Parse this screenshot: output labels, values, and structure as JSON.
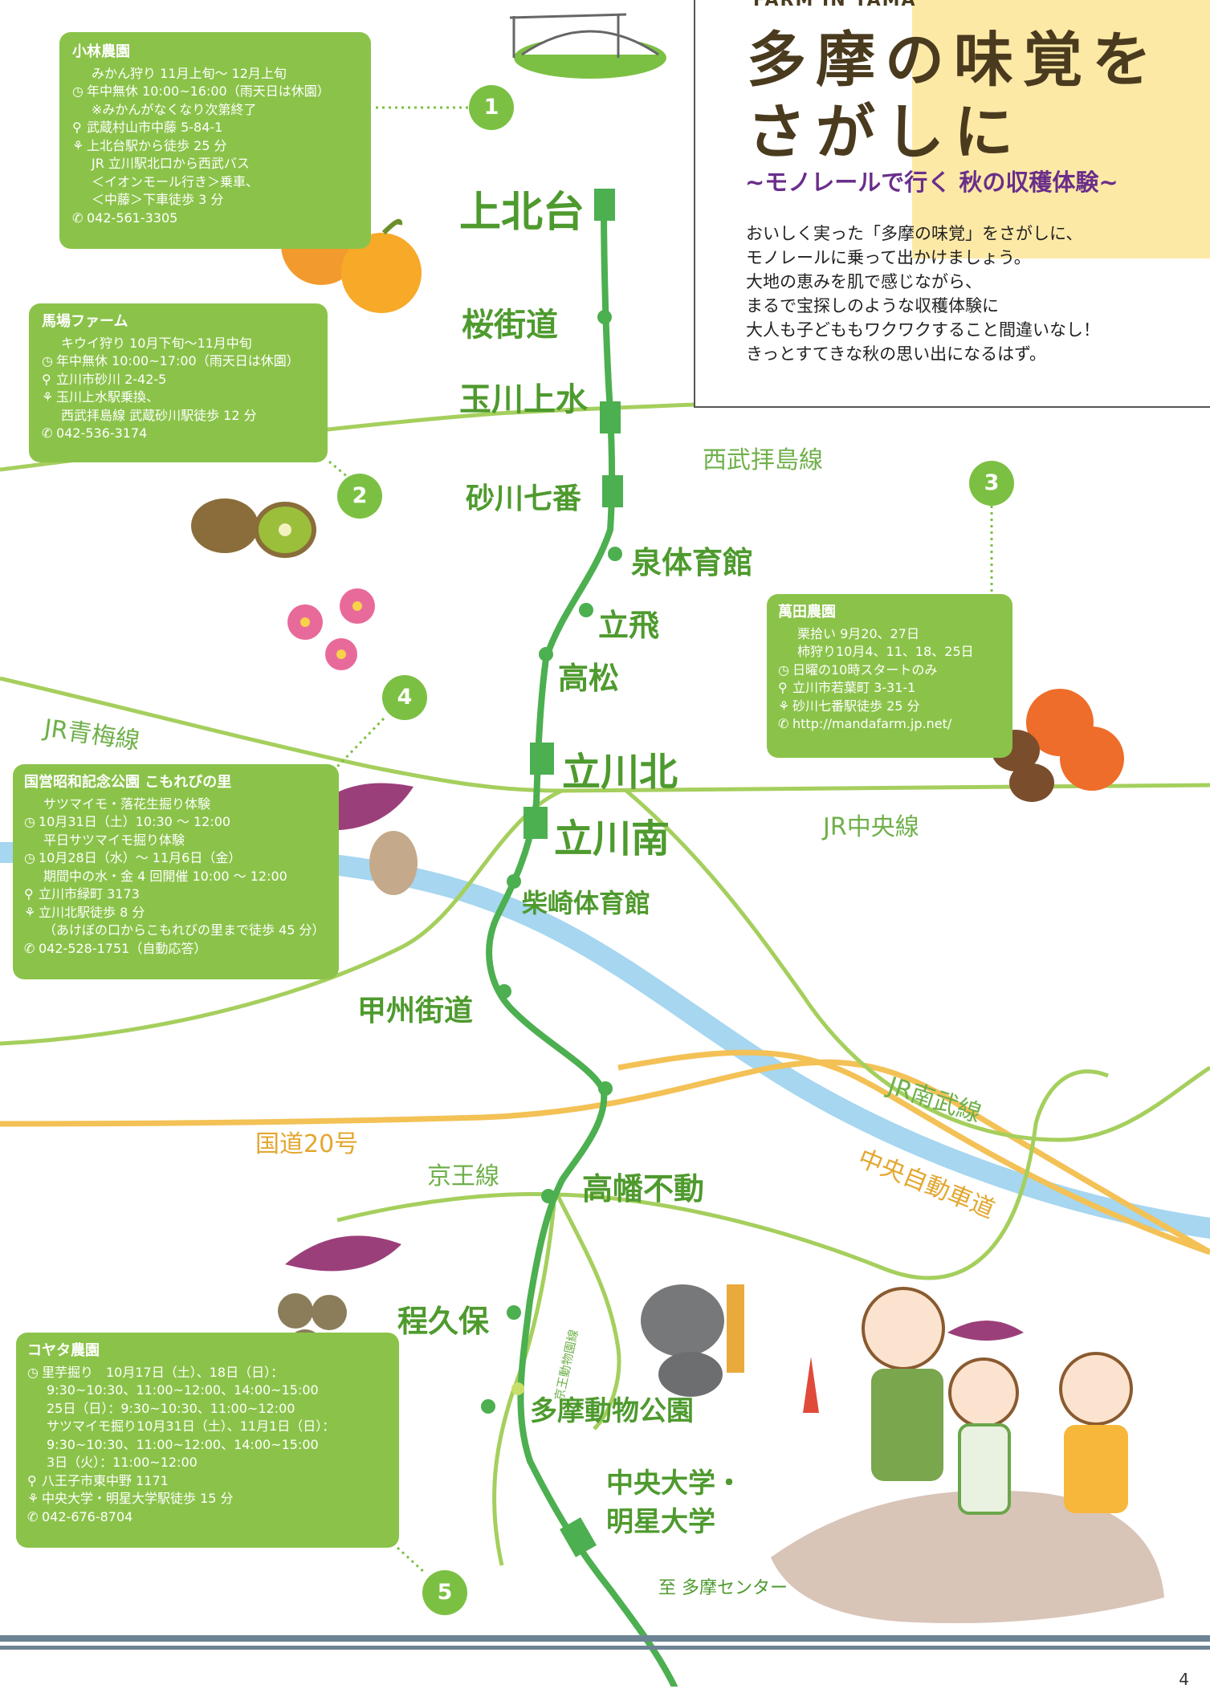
{
  "header": {
    "kicker": "FARM IN TAMA",
    "title_line1": "多摩の味覚を",
    "title_line2": "さがしに",
    "subtitle": "~モノレールで行く 秋の収穫体験~",
    "intro": [
      "おいしく実った「多摩の味覚」をさがしに、",
      "モノレールに乗って出かけましょう。",
      "大地の恵みを肌で感じながら、",
      "まるで宝探しのような収穫体験に",
      "大人も子どももワクワクすること間違いなし！",
      "きっとすてきな秋の思い出になるはず。"
    ]
  },
  "stations": {
    "kamikitadai": "上北台",
    "sakurakaido": "桜街道",
    "tamagawajosui": "玉川上水",
    "sunagawananaban": "砂川七番",
    "izumitaiikukan": "泉体育館",
    "tachihi": "立飛",
    "takamatsu": "高松",
    "tachikawakita": "立川北",
    "tachikawaminami": "立川南",
    "shibasakitaiikukan": "柴崎体育館",
    "koshukaido": "甲州街道",
    "takahatafudo": "高幡不動",
    "hodokubo": "程久保",
    "tamadobutsukoen": "多摩動物公園",
    "chuodaigaku": "中央大学・",
    "meiseidaigaku": "明星大学",
    "to_center": "至 多摩センター"
  },
  "lines": {
    "seibu_haijima": "西武拝島線",
    "jr_ome": "JR青梅線",
    "jr_chuo": "JR中央線",
    "jr_nambu": "JR南武線",
    "chuo_expressway": "中央自動車道",
    "route20": "国道20号",
    "keio": "京王線",
    "keio_dobutsuen": "京王動物園線"
  },
  "farms": {
    "kobayashi": {
      "number": "1",
      "name": "小林農園",
      "activity": "みかん狩り 11月上旬～ 12月上旬",
      "hours": "年中無休 10:00~16:00（雨天日は休園）",
      "note": "※みかんがなくなり次第終了",
      "address": "武蔵村山市中藤 5-84-1",
      "access1": "上北台駅から徒歩 25 分",
      "access2": "JR 立川駅北口から西武バス",
      "access3": "＜イオンモール行き＞乗車、",
      "access4": "＜中藤＞下車徒歩 3 分",
      "phone": "042-561-3305"
    },
    "baba": {
      "number": "2",
      "name": "馬場ファーム",
      "activity": "キウイ狩り 10月下旬～11月中旬",
      "hours": "年中無休 10:00~17:00（雨天日は休園）",
      "address": "立川市砂川 2-42-5",
      "access1": "玉川上水駅乗換、",
      "access2": "西武拝島線 武蔵砂川駅徒歩 12 分",
      "phone": "042-536-3174"
    },
    "manda": {
      "number": "3",
      "name": "萬田農園",
      "activity1": "栗拾い 9月20、27日",
      "activity2": "柿狩り10月4、11、18、25日",
      "hours": "日曜の10時スタートのみ",
      "address": "立川市若葉町 3-31-1",
      "access": "砂川七番駅徒歩 25 分",
      "url": "http://mandafarm.jp.net/"
    },
    "komorebi": {
      "number": "4",
      "name": "国営昭和記念公園 こもれびの里",
      "activity": "サツマイモ・落花生掘り体験",
      "date1": "10月31日（土）10:30 ～ 12:00",
      "activity2": "平日サツマイモ掘り体験",
      "date2": "10月28日（水）～ 11月6日（金）",
      "date3": "期間中の水・金 4 回開催 10:00 ～ 12:00",
      "address": "立川市緑町 3173",
      "access1": "立川北駅徒歩 8 分",
      "access2": "（あけぼの口からこもれびの里まで徒歩 45 分）",
      "phone": "042-528-1751（自動応答）"
    },
    "koyata": {
      "number": "5",
      "name": "コヤタ農園",
      "line1": "里芋掘り　10月17日（土）、18日（日）：",
      "line2": "9:30~10:30、11:00~12:00、14:00~15:00",
      "line3": "25日（日）：9:30~10:30、11:00~12:00",
      "line4": "サツマイモ掘り10月31日（土）、11月1日（日）：",
      "line5": "9:30~10:30、11:00~12:00、14:00~15:00",
      "line6": "3日（火）：11:00~12:00",
      "address": "八王子市東中野 1171",
      "access": "中央大学・明星大学駅徒歩 15 分",
      "phone": "042-676-8704"
    }
  },
  "icons": {
    "clock": "clock-icon",
    "pin": "pin-icon",
    "walk": "walk-icon",
    "phone": "phone-icon"
  },
  "colors": {
    "card": "#8bc34a",
    "line": "#4caf50",
    "river": "#9ad1ef",
    "road": "#f3c155",
    "title": "#4a3b1f",
    "subtitle": "#6a2e8a"
  },
  "footer": {
    "page_number": "4"
  }
}
